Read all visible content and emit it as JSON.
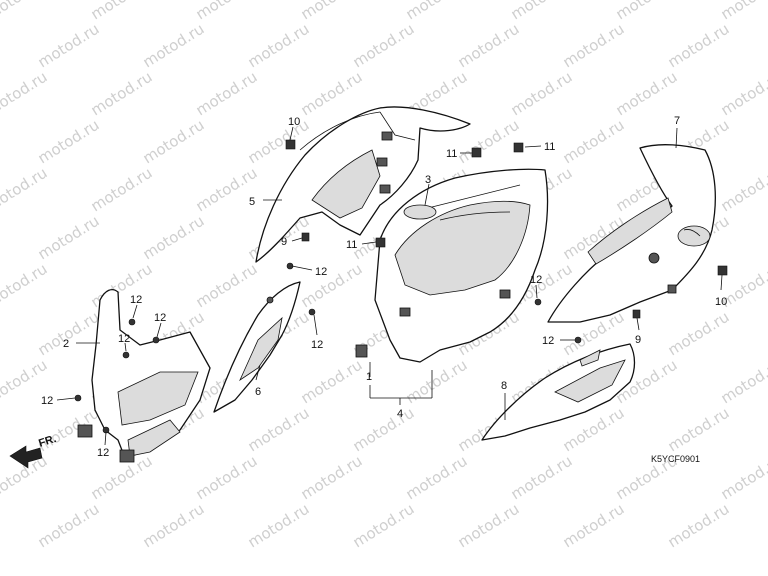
{
  "diagram": {
    "watermark": "motod.ru",
    "code": "K5YCF0901",
    "fr_label": "FR.",
    "callouts": {
      "c1": "1",
      "c2": "2",
      "c3": "3",
      "c4": "4",
      "c5": "5",
      "c6": "6",
      "c7": "7",
      "c8": "8",
      "c9a": "9",
      "c9b": "9",
      "c10a": "10",
      "c10b": "10",
      "c11a": "11",
      "c11b": "11",
      "c11c": "11",
      "c12a": "12",
      "c12b": "12",
      "c12c": "12",
      "c12d": "12",
      "c12e": "12",
      "c12f": "12",
      "c12g": "12",
      "c12h": "12",
      "c12i": "12"
    }
  }
}
